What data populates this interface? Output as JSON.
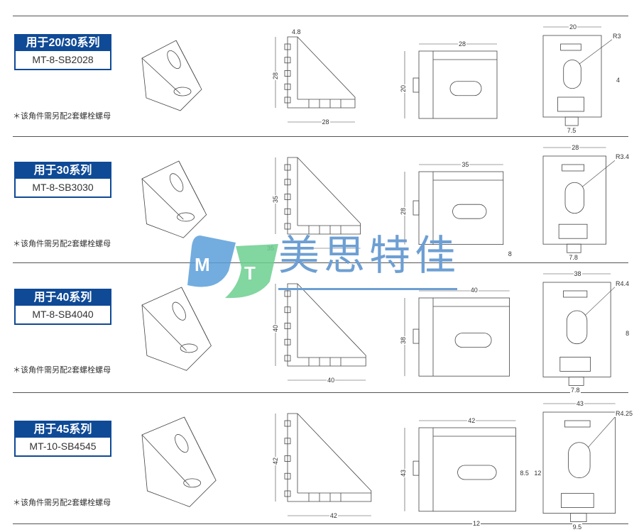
{
  "rows": [
    {
      "series": "用于20/30系列",
      "code": "MT-8-SB2028",
      "note": "＊该角件需另配2套螺栓螺母",
      "dims": {
        "side_top": "4.8",
        "side_left": "28",
        "side_bottom": "28",
        "front_top": "28",
        "front_left": "20",
        "end_top": "20",
        "end_radius": "R3",
        "end_right": "4",
        "end_bottom": "7.5"
      }
    },
    {
      "series": "用于30系列",
      "code": "MT-8-SB3030",
      "note": "＊该角件需另配2套螺栓螺母",
      "dims": {
        "side_left": "35",
        "side_bottom": "35",
        "front_top": "35",
        "front_left": "28",
        "front_bottom": "8",
        "end_top": "28",
        "end_radius": "R3.4",
        "end_bottom": "7.8"
      }
    },
    {
      "series": "用于40系列",
      "code": "MT-8-SB4040",
      "note": "＊该角件需另配2套螺栓螺母",
      "dims": {
        "side_left": "40",
        "side_bottom": "40",
        "front_top": "40",
        "front_left": "38",
        "end_top": "38",
        "end_radius": "R4.4",
        "end_right": "8",
        "end_bottom": "7.8"
      }
    },
    {
      "series": "用于45系列",
      "code": "MT-10-SB4545",
      "note": "＊该角件需另配2套螺栓螺母",
      "dims": {
        "side_left": "42",
        "side_bottom": "42",
        "front_top": "42",
        "front_left": "43",
        "front_right1": "8.5",
        "front_right2": "12",
        "front_bottom": "12",
        "end_top": "43",
        "end_radius": "R4.25",
        "end_bottom": "9.5"
      }
    }
  ],
  "watermark": {
    "brand": "美思特佳",
    "logo_letters": "MT"
  },
  "colors": {
    "accent": "#0f4a96",
    "watermark": "#6d9fd3",
    "logo_blue": "#5a9fd9",
    "logo_green": "#6ccf8f"
  }
}
